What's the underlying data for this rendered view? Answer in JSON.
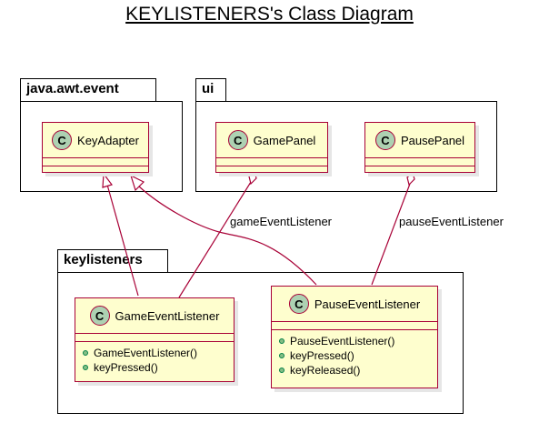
{
  "title": "KEYLISTENERS's Class Diagram",
  "packages": {
    "awt": {
      "name": "java.awt.event"
    },
    "ui": {
      "name": "ui"
    },
    "keylisteners": {
      "name": "keylisteners"
    }
  },
  "classes": {
    "key_adapter": {
      "stereotype": "C",
      "name": "KeyAdapter"
    },
    "game_panel": {
      "stereotype": "C",
      "name": "GamePanel"
    },
    "pause_panel": {
      "stereotype": "C",
      "name": "PausePanel"
    },
    "game_event_listener": {
      "stereotype": "C",
      "name": "GameEventListener",
      "members": [
        "GameEventListener()",
        "keyPressed()"
      ]
    },
    "pause_event_listener": {
      "stereotype": "C",
      "name": "PauseEventListener",
      "members": [
        "PauseEventListener()",
        "keyPressed()",
        "keyReleased()"
      ]
    }
  },
  "edge_labels": {
    "game": "gameEventListener",
    "pause": "pauseEventListener"
  },
  "colors": {
    "class_fill": "#FEFECE",
    "class_border": "#A80036",
    "circle_fill": "#ADD1B2",
    "method_dot": "#84BE84"
  }
}
